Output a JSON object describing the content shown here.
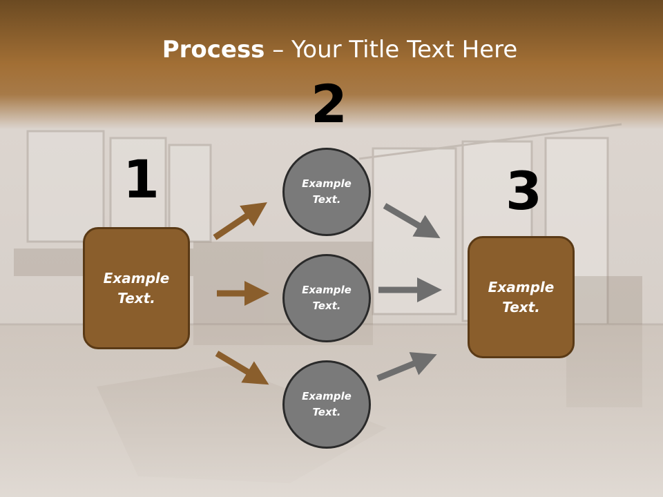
{
  "title": {
    "bold": "Process",
    "rest": " – Your Title Text Here"
  },
  "steps": {
    "one": "1",
    "two": "2",
    "three": "3"
  },
  "left_box": {
    "line1": "Example",
    "line2": "Text."
  },
  "right_box": {
    "line1": "Example",
    "line2": "Text."
  },
  "circles": [
    {
      "line1": "Example",
      "line2": "Text."
    },
    {
      "line1": "Example",
      "line2": "Text."
    },
    {
      "line1": "Example",
      "line2": "Text."
    }
  ],
  "colors": {
    "brown": "#8a5e2c",
    "brown_border": "#5a3a16",
    "gray": "#7a7a7a",
    "arrow_brown": "#8a5e2c",
    "arrow_gray": "#6e6e6e"
  }
}
